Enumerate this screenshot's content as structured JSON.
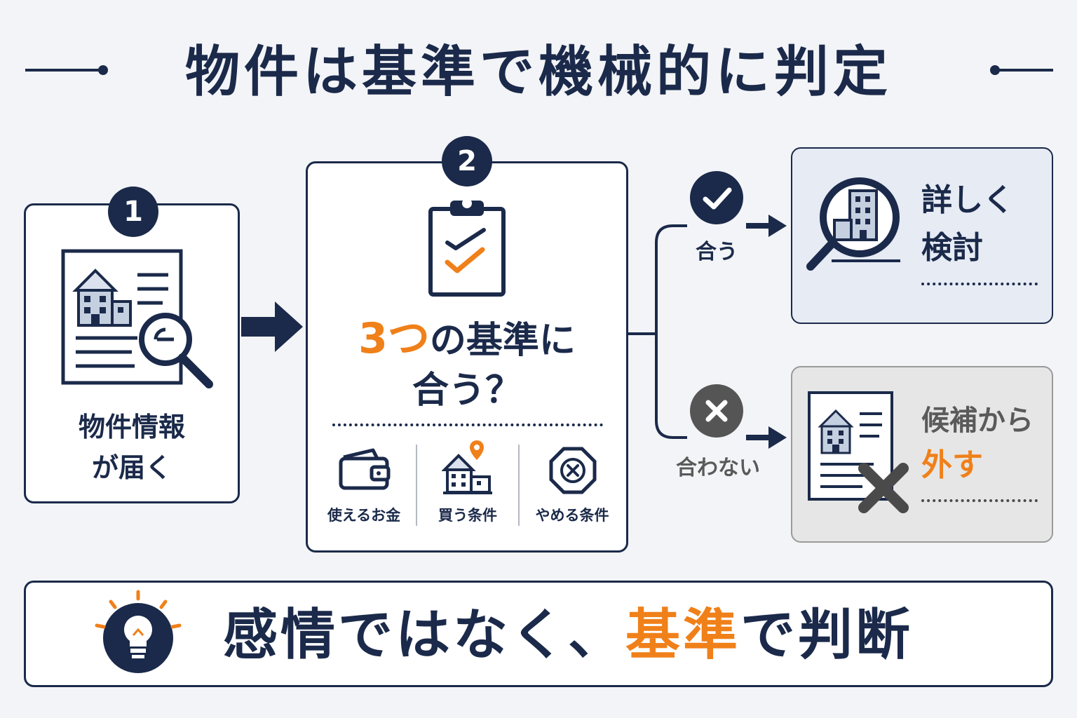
{
  "title": "物件は基準で機械的に判定",
  "step1": {
    "number": "1",
    "label_line1": "物件情報",
    "label_line2": "が届く"
  },
  "step2": {
    "number": "2",
    "question_accent": "3つ",
    "question_rest": "の基準に",
    "question_line2": "合う？",
    "criteria": [
      {
        "label": "使えるお金",
        "icon": "wallet-icon"
      },
      {
        "label": "買う条件",
        "icon": "building-pin-icon"
      },
      {
        "label": "やめる条件",
        "icon": "x-octagon-icon"
      }
    ]
  },
  "branch_yes": {
    "label": "合う",
    "icon": "check-icon",
    "result_line1": "詳しく",
    "result_line2": "検討"
  },
  "branch_no": {
    "label": "合わない",
    "icon": "cross-icon",
    "result_line1": "候補から",
    "result_line2": "外す"
  },
  "bottom": {
    "text_before": "感情ではなく、",
    "text_accent": "基準",
    "text_after": "で判断",
    "icon": "lightbulb-icon"
  },
  "colors": {
    "navy": "#1b2a4a",
    "orange": "#f08019",
    "yes_box": "#e6ebf4",
    "no_box": "#e6e6e6",
    "gray_circle": "#555555"
  }
}
